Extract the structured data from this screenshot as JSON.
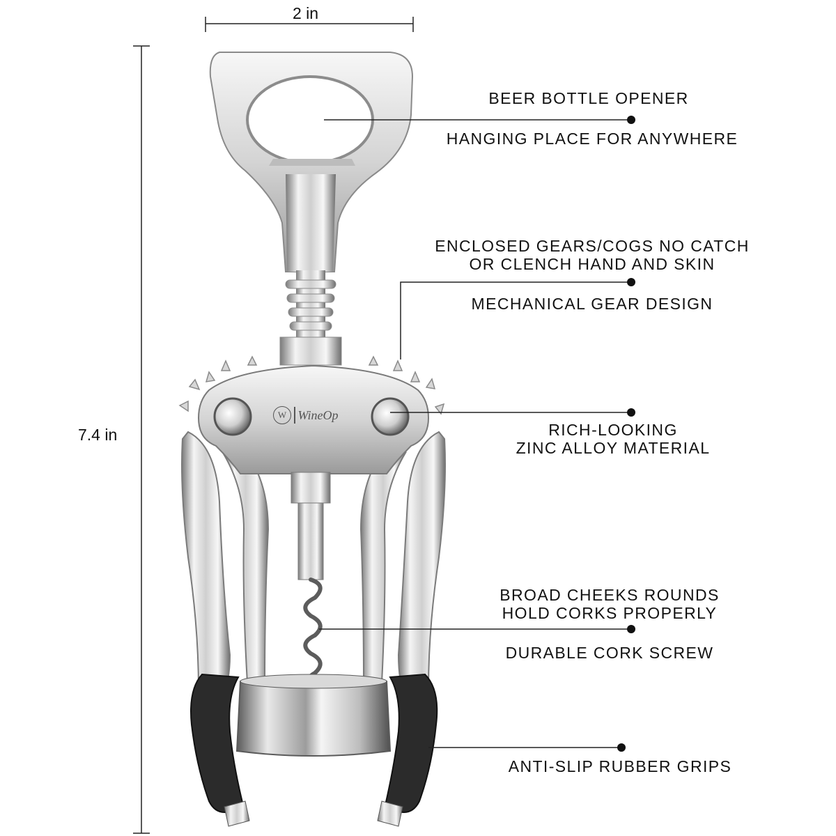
{
  "dimensions": {
    "width_label": "2 in",
    "height_label": "7.4 in"
  },
  "product": {
    "brand_logo_letter": "W",
    "brand_name": "WineOp"
  },
  "callouts": [
    {
      "id": "beer-opener",
      "line1": "BEER BOTTLE OPENER",
      "line2": "HANGING PLACE FOR ANYWHERE"
    },
    {
      "id": "gears",
      "top1": "ENCLOSED GEARS/COGS NO CATCH",
      "top2": "OR CLENCH HAND AND SKIN",
      "below": "MECHANICAL GEAR DESIGN"
    },
    {
      "id": "zinc",
      "line1": "RICH-LOOKING",
      "line2": "ZINC ALLOY MATERIAL"
    },
    {
      "id": "screw",
      "top1": "BROAD CHEEKS ROUNDS",
      "top2": "HOLD CORKS PROPERLY",
      "below": "DURABLE CORK SCREW"
    },
    {
      "id": "grips",
      "line1": "ANTI-SLIP RUBBER GRIPS"
    }
  ],
  "colors": {
    "metal_light": "#f4f4f4",
    "metal_mid": "#c9c9c9",
    "metal_dark": "#6e6e6e",
    "rubber": "#2b2b2b",
    "line": "#222222"
  }
}
